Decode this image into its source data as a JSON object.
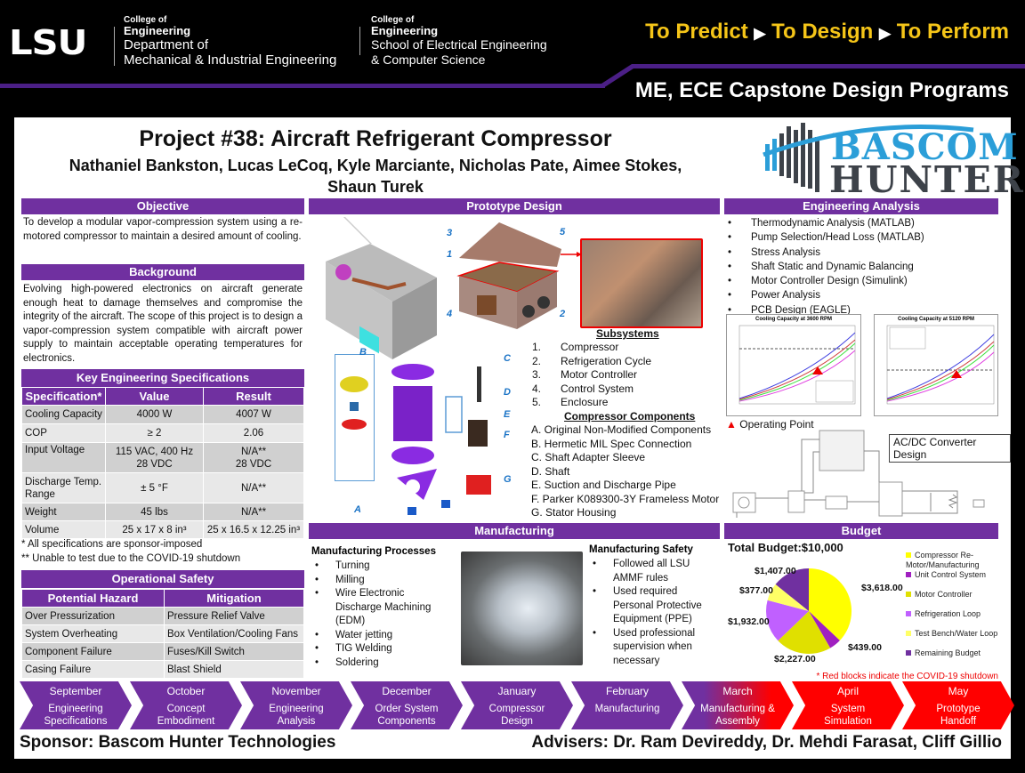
{
  "header": {
    "university": "LSU",
    "dept1": {
      "college_of": "College of",
      "college": "Engineering",
      "line1": "Department of",
      "line2": "Mechanical & Industrial Engineering"
    },
    "dept2": {
      "college_of": "College of",
      "college": "Engineering",
      "line1": "School of Electrical Engineering",
      "line2": "& Computer Science"
    },
    "tagline": {
      "part1": "To Predict",
      "part2": "To Design",
      "part3": "To Perform",
      "arrow": "▶"
    },
    "program": "ME, ECE Capstone Design Programs",
    "colors": {
      "purple": "#4b1f86",
      "gold": "#f5c518"
    }
  },
  "poster": {
    "title": "Project #38: Aircraft Refrigerant Compressor",
    "authors_line1": "Nathaniel Bankston, Lucas LeCoq, Kyle Marciante, Nicholas Pate, Aimee Stokes,",
    "authors_line2": "Shaun Turek",
    "sponsor_logo": {
      "line1": "BASCOM",
      "line2": "HUNTER"
    },
    "section_color": "#7030a0"
  },
  "objective": {
    "heading": "Objective",
    "text": "To develop a modular vapor-compression system using a re-motored compressor to maintain a desired amount of cooling."
  },
  "background": {
    "heading": "Background",
    "text": "Evolving high-powered electronics on aircraft generate enough heat to damage themselves and compromise the integrity of the aircraft. The scope of this project is to design a vapor-compression system compatible with aircraft power supply to maintain acceptable operating temperatures for electronics."
  },
  "specs": {
    "heading": "Key Engineering Specifications",
    "columns": [
      "Specification*",
      "Value",
      "Result"
    ],
    "rows": [
      [
        "Cooling Capacity",
        "4000 W",
        "4007 W"
      ],
      [
        "COP",
        "≥ 2",
        "2.06"
      ],
      [
        "Input Voltage",
        "115 VAC, 400 Hz\n28 VDC",
        "N/A**\n28 VDC"
      ],
      [
        "Discharge Temp. Range",
        "± 5 °F",
        "N/A**"
      ],
      [
        "Weight",
        "45 lbs",
        "N/A**"
      ],
      [
        "Volume",
        "25 x 17 x 8 in³",
        "25 x 16.5 x 12.25 in³"
      ]
    ],
    "note1": "* All specifications are sponsor-imposed",
    "note2": "** Unable to test due to the COVID-19 shutdown"
  },
  "safety": {
    "heading": "Operational Safety",
    "columns": [
      "Potential Hazard",
      "Mitigation"
    ],
    "rows": [
      [
        "Over Pressurization",
        "Pressure Relief Valve"
      ],
      [
        "System Overheating",
        "Box Ventilation/Cooling Fans"
      ],
      [
        "Component Failure",
        "Fuses/Kill Switch"
      ],
      [
        "Casing Failure",
        "Blast Shield"
      ]
    ]
  },
  "prototype": {
    "heading": "Prototype Design",
    "callouts": [
      "1",
      "2",
      "3",
      "4",
      "5"
    ],
    "component_callouts": [
      "A",
      "B",
      "C",
      "D",
      "E",
      "F",
      "G"
    ],
    "subsystems_title": "Subsystems",
    "subsystems": [
      "Compressor",
      "Refrigeration Cycle",
      "Motor Controller",
      "Control System",
      "Enclosure"
    ],
    "components_title": "Compressor Components",
    "components": [
      "A. Original Non-Modified Components",
      "B. Hermetic MIL Spec Connection",
      "C. Shaft Adapter Sleeve",
      "D. Shaft",
      "E. Suction and Discharge Pipe",
      "F. Parker K089300-3Y Frameless Motor",
      "G. Stator Housing"
    ]
  },
  "analysis": {
    "heading": "Engineering Analysis",
    "items": [
      "Thermodynamic Analysis (MATLAB)",
      "Pump Selection/Head Loss (MATLAB)",
      "Stress Analysis",
      "Shaft Static and Dynamic Balancing",
      "Motor Controller Design (Simulink)",
      "Power Analysis",
      "PCB Design (EAGLE)"
    ],
    "operating_point": "Operating Point",
    "converter_label": "AC/DC Converter Design"
  },
  "manufacturing": {
    "heading": "Manufacturing",
    "processes_title": "Manufacturing Processes",
    "processes": [
      "Turning",
      "Milling",
      "Wire Electronic Discharge Machining (EDM)",
      "Water jetting",
      "TIG Welding",
      "Soldering"
    ],
    "safety_title": "Manufacturing Safety",
    "safety": [
      "Followed all LSU AMMF rules",
      "Used required Personal Protective Equipment (PPE)",
      "Used professional supervision when necessary"
    ]
  },
  "budget": {
    "heading": "Budget",
    "total": "Total Budget:$10,000",
    "covid_note": "* Red blocks indicate the COVID-19 shutdown"
  },
  "timeline": [
    {
      "month": "September",
      "task": "Engineering Specifications",
      "color": "#7030a0"
    },
    {
      "month": "October",
      "task": "Concept Embodiment",
      "color": "#7030a0"
    },
    {
      "month": "November",
      "task": "Engineering Analysis",
      "color": "#7030a0"
    },
    {
      "month": "December",
      "task": "Order System Components",
      "color": "#7030a0"
    },
    {
      "month": "January",
      "task": "Compressor Design",
      "color": "#7030a0"
    },
    {
      "month": "February",
      "task": "Manufacturing",
      "color": "#7030a0"
    },
    {
      "month": "March",
      "task": "Manufacturing & Assembly",
      "color": "gradient"
    },
    {
      "month": "April",
      "task": "System Simulation",
      "color": "#ff0000"
    },
    {
      "month": "May",
      "task": "Prototype Handoff",
      "color": "#ff0000"
    }
  ],
  "footer": {
    "sponsor": "Sponsor: Bascom Hunter Technologies",
    "advisers": "Advisers: Dr. Ram Devireddy, Dr. Mehdi Farasat, Cliff Gillio"
  },
  "chart_data": [
    {
      "type": "pie",
      "title": "Total Budget:$10,000",
      "categories": [
        "Compressor Re-Motor/Manufacturing",
        "Unit Control System",
        "Motor Controller",
        "Refrigeration Loop",
        "Test Bench/Water Loop",
        "Remaining Budget"
      ],
      "values": [
        3618,
        439,
        2227,
        1932,
        377,
        1407
      ],
      "labels": [
        "$3,618.00",
        "$439.00",
        "$2,227.00",
        "$1,932.00",
        "$377.00",
        "$1,407.00"
      ],
      "colors": [
        "#ffff00",
        "#a020c0",
        "#e0e000",
        "#c060ff",
        "#ffff66",
        "#7030a0"
      ],
      "legend_position": "right"
    },
    {
      "type": "line",
      "title": "Cooling Capacity at 3600 RPM",
      "xlabel": "SST (F)",
      "ylabel": "QL (kW)",
      "xlim": [
        -10,
        60
      ],
      "ylim": [
        0.5,
        5
      ],
      "x": [
        -10,
        0,
        10,
        20,
        30,
        40,
        50,
        60
      ],
      "series": [
        {
          "name": "SDT = 120 F",
          "values": [
            1.0,
            1.35,
            1.7,
            2.1,
            2.6,
            3.2,
            3.9,
            4.8
          ]
        },
        {
          "name": "SDT = 130 F",
          "values": [
            0.95,
            1.28,
            1.62,
            2.0,
            2.48,
            3.05,
            3.7,
            4.45
          ]
        },
        {
          "name": "SDT = 140 F",
          "values": [
            0.9,
            1.2,
            1.53,
            1.9,
            2.35,
            2.9,
            3.5,
            4.3
          ]
        },
        {
          "name": "SDT = 150 F",
          "values": [
            0.85,
            1.12,
            1.43,
            1.78,
            2.2,
            2.7,
            3.3,
            4.0
          ]
        },
        {
          "name": "Minimum QL = 4 kW",
          "values": [
            4,
            4,
            4,
            4,
            4,
            4,
            4,
            4
          ]
        }
      ],
      "annotations": [
        {
          "label": "Operating Point",
          "x": 40,
          "y": 2.55
        }
      ],
      "grid": true,
      "legend_position": "lower right"
    },
    {
      "type": "line",
      "title": "Cooling Capacity at 5120 RPM",
      "xlabel": "SST (F)",
      "ylabel": "QL (kW)",
      "xlim": [
        -10,
        60
      ],
      "ylim": [
        0.5,
        8
      ],
      "x": [
        -10,
        0,
        10,
        20,
        30,
        40,
        50,
        60
      ],
      "series": [
        {
          "name": "SDT = 120 F",
          "values": [
            1.3,
            1.8,
            2.4,
            3.1,
            3.9,
            4.9,
            6.0,
            7.2
          ]
        },
        {
          "name": "SDT = 130 F",
          "values": [
            1.25,
            1.72,
            2.3,
            2.95,
            3.7,
            4.6,
            5.7,
            6.8
          ]
        },
        {
          "name": "SDT = 140 F",
          "values": [
            1.2,
            1.65,
            2.2,
            2.85,
            3.55,
            4.45,
            5.5,
            6.6
          ]
        },
        {
          "name": "SDT = 150 F",
          "values": [
            1.1,
            1.55,
            2.05,
            2.65,
            3.3,
            4.15,
            5.15,
            6.2
          ]
        },
        {
          "name": "Minimum QL = 4 kW",
          "values": [
            4,
            4,
            4,
            4,
            4,
            4,
            4,
            4
          ]
        }
      ],
      "annotations": [
        {
          "label": "Operating Point",
          "x": 40,
          "y": 3.8
        }
      ],
      "grid": true,
      "legend_position": "upper left"
    }
  ]
}
